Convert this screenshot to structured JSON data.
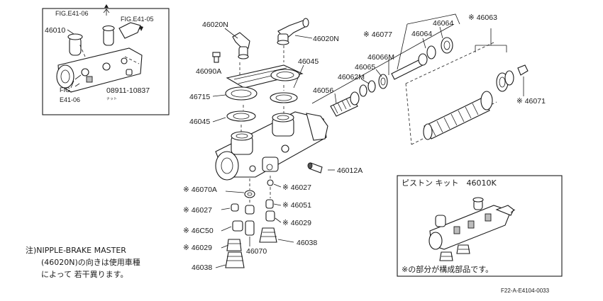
{
  "inset_refs": {
    "fig_a": "FIG.E41-06",
    "fig_b": "FIG.E41-05",
    "fig_c_line1": "FIG.",
    "fig_c_line2": "E41-06",
    "assembly": "46010",
    "nut": "08911-10837",
    "nut_kana": "ナット"
  },
  "labels": {
    "p46020N_a": "46020N",
    "p46020N_b": "46020N",
    "p46090A": "46090A",
    "p46715": "46715",
    "p46045_a": "46045",
    "p46045_b": "46045",
    "p46077": "※ 46077",
    "p46064_a": "46064",
    "p46064_b": "46064",
    "p46063": "※ 46063",
    "p46066M": "46066M",
    "p46065": "46065",
    "p46062M": "46062M",
    "p46056": "46056",
    "p46071": "※ 46071",
    "p46012A": "46012A",
    "p46070A": "※ 46070A",
    "p46027_a": "※ 46027",
    "p46027_b": "※ 46027",
    "p46051": "※ 46051",
    "p46050": "※ 46C50",
    "p46029_a": "※ 46029",
    "p46029_b": "※ 46029",
    "p46070": "46070",
    "p46038_a": "46038",
    "p46038_b": "46038"
  },
  "kit": {
    "title": "ピストン キット　46010K",
    "note": "※の部分が構成部品です。"
  },
  "footnote": {
    "line1": "注)NIPPLE-BRAKE MASTER",
    "line2": "(46020N)の向きは使用車種",
    "line3": "によって 若干異ります。"
  },
  "diagram_code": "F22-A-E4104-0033"
}
